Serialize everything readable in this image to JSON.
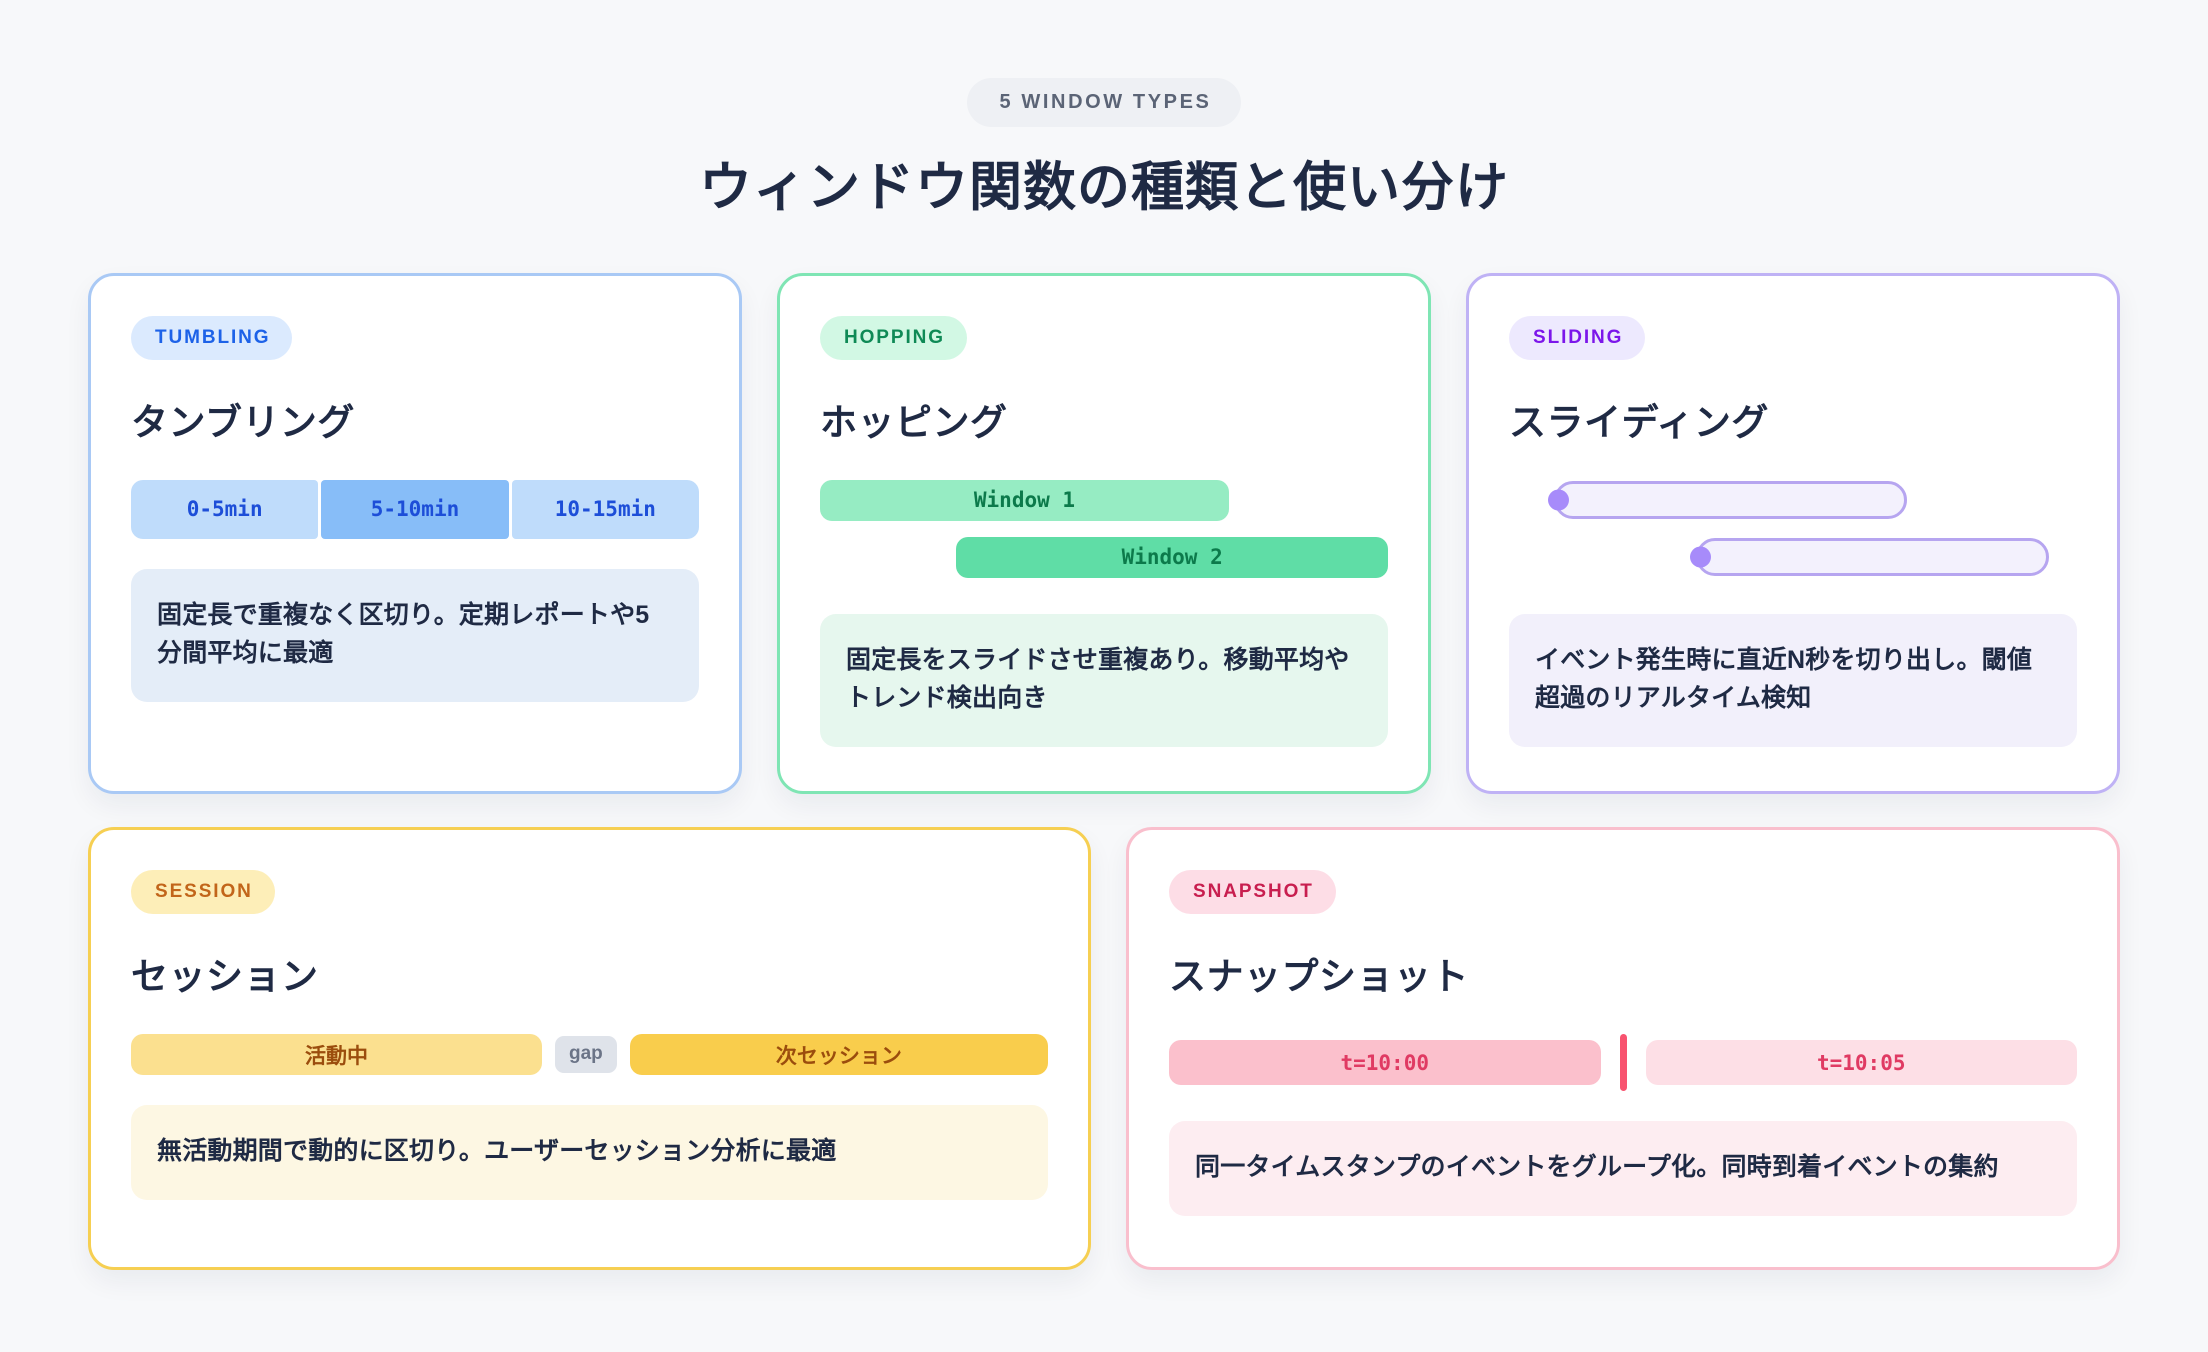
{
  "header": {
    "eyebrow": "5 WINDOW TYPES",
    "title": "ウィンドウ関数の種類と使い分け"
  },
  "cards": [
    {
      "id": "tumbling",
      "tag": "TUMBLING",
      "title": "タンブリング",
      "description": "固定長で重複なく区切り。定期レポートや5分間平均に最適",
      "accent": "#a9c9f5",
      "segments": [
        {
          "label": "0-5min",
          "active": false
        },
        {
          "label": "5-10min",
          "active": true
        },
        {
          "label": "10-15min",
          "active": false
        }
      ]
    },
    {
      "id": "hopping",
      "tag": "HOPPING",
      "title": "ホッピング",
      "description": "固定長をスライドさせ重複あり。移動平均やトレンド検出向き",
      "accent": "#7fe5b4",
      "bars": [
        {
          "label": "Window 1"
        },
        {
          "label": "Window 2"
        }
      ]
    },
    {
      "id": "sliding",
      "tag": "SLIDING",
      "title": "スライディング",
      "description": "イベント発生時に直近N秒を切り出し。閾値超過のリアルタイム検知",
      "accent": "#bfb2f5",
      "bars": [
        {
          "label": ""
        },
        {
          "label": ""
        }
      ]
    },
    {
      "id": "session",
      "tag": "SESSION",
      "title": "セッション",
      "description": "無活動期間で動的に区切り。ユーザーセッション分析に最適",
      "accent": "#f6cf52",
      "bars": [
        {
          "label": "活動中"
        },
        {
          "label": "gap"
        },
        {
          "label": "次セッション"
        }
      ]
    },
    {
      "id": "snapshot",
      "tag": "SNAPSHOT",
      "title": "スナップショット",
      "description": "同一タイムスタンプのイベントをグループ化。同時到着イベントの集約",
      "accent": "#f9bfcd",
      "bars": [
        {
          "label": "t=10:00"
        },
        {
          "label": "t=10:05"
        }
      ]
    }
  ]
}
